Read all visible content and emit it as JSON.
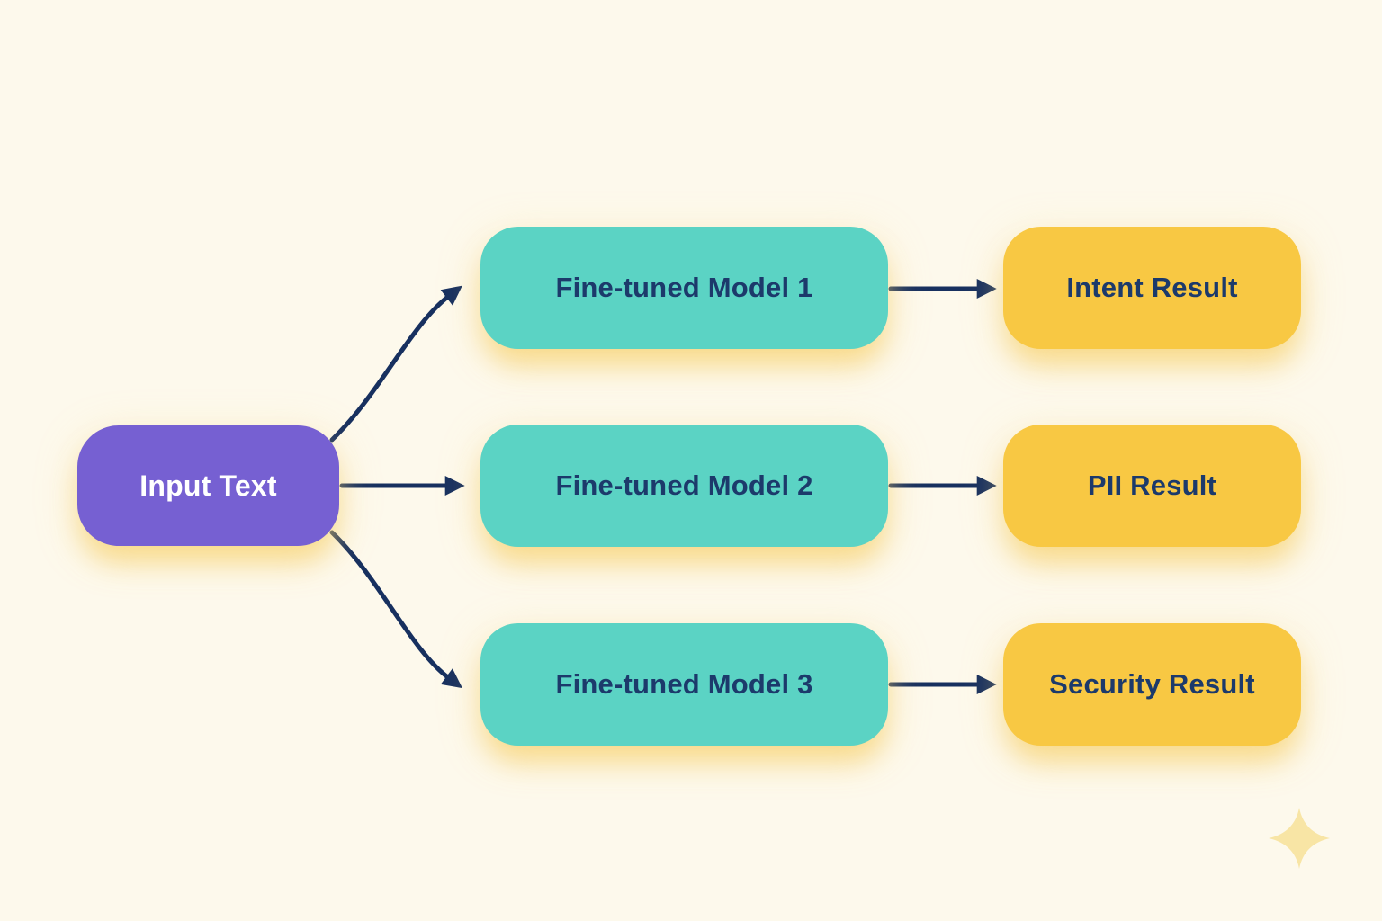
{
  "diagram": {
    "description": "Flow diagram: one input fans out to three fine-tuned models, each producing a result",
    "nodes": {
      "input": {
        "label": "Input Text"
      },
      "models": [
        {
          "label": "Fine-tuned Model 1"
        },
        {
          "label": "Fine-tuned Model 2"
        },
        {
          "label": "Fine-tuned Model 3"
        }
      ],
      "results": [
        {
          "label": "Intent Result"
        },
        {
          "label": "PII Result"
        },
        {
          "label": "Security Result"
        }
      ]
    },
    "edges": [
      {
        "from": "Input Text",
        "to": "Fine-tuned Model 1"
      },
      {
        "from": "Input Text",
        "to": "Fine-tuned Model 2"
      },
      {
        "from": "Input Text",
        "to": "Fine-tuned Model 3"
      },
      {
        "from": "Fine-tuned Model 1",
        "to": "Intent Result"
      },
      {
        "from": "Fine-tuned Model 2",
        "to": "PII Result"
      },
      {
        "from": "Fine-tuned Model 3",
        "to": "Security Result"
      }
    ],
    "colors": {
      "background": "#FDF9EC",
      "input_node": "#7660D2",
      "input_text": "#FFFFFF",
      "model_node": "#5BD3C4",
      "result_node": "#F8C843",
      "node_text": "#1C3A6B",
      "arrow": "#17305F",
      "glow_shadow": "rgba(246,205,95,0.6)",
      "sparkle": "#F8E5A5"
    },
    "icons": {
      "sparkle": "four-point-star"
    }
  }
}
